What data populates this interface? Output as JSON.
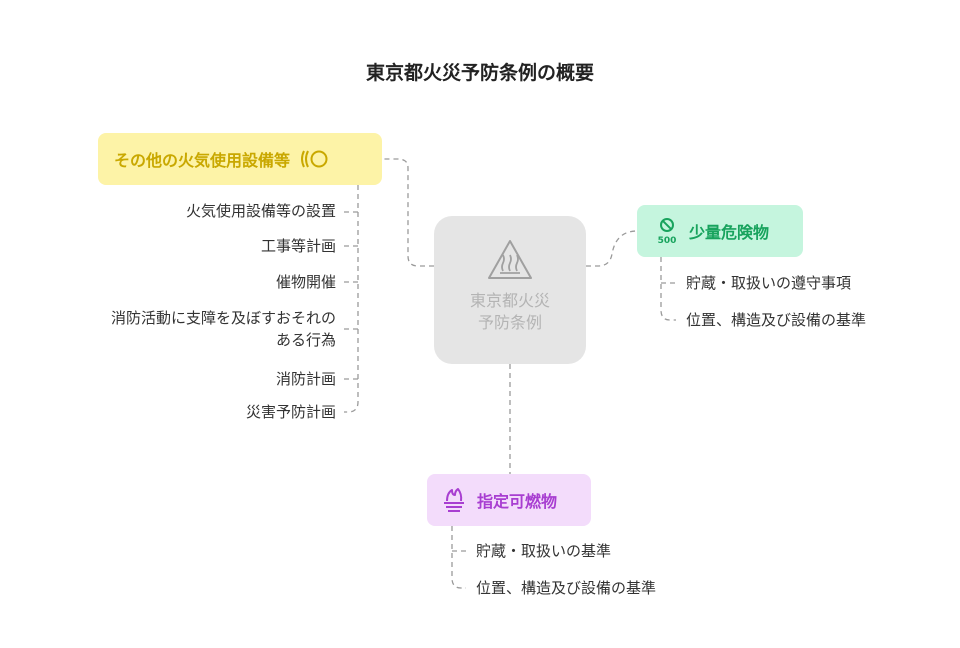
{
  "title": "東京都火災予防条例の概要",
  "center": {
    "line1": "東京都火災",
    "line2": "予防条例",
    "icon": "heat-warning-icon"
  },
  "branches": {
    "other": {
      "label": "その他の火気使用設備等",
      "icon": "heat-plate-icon",
      "color": "#c9a800",
      "items": [
        "火気使用設備等の設置",
        "工事等計画",
        "催物開催",
        "消防活動に支障を及ぼすおそれの",
        "ある行為",
        "消防計画",
        "災害予防計画"
      ]
    },
    "small": {
      "label": "少量危険物",
      "icon": "no-symbol-500-icon",
      "icon_text": "500",
      "color": "#18a35d",
      "items": [
        "貯蔵・取扱いの遵守事項",
        "位置、構造及び設備の基準"
      ]
    },
    "designated": {
      "label": "指定可燃物",
      "icon": "fire-stack-icon",
      "color": "#a83ed1",
      "items": [
        "貯蔵・取扱いの基準",
        "位置、構造及び設備の基準"
      ]
    }
  },
  "colors": {
    "connector": "#9a9a9a",
    "center_bg": "#e5e5e5",
    "other_bg": "#fdf3a7",
    "small_bg": "#c5f5de",
    "designated_bg": "#f3dcfb"
  }
}
